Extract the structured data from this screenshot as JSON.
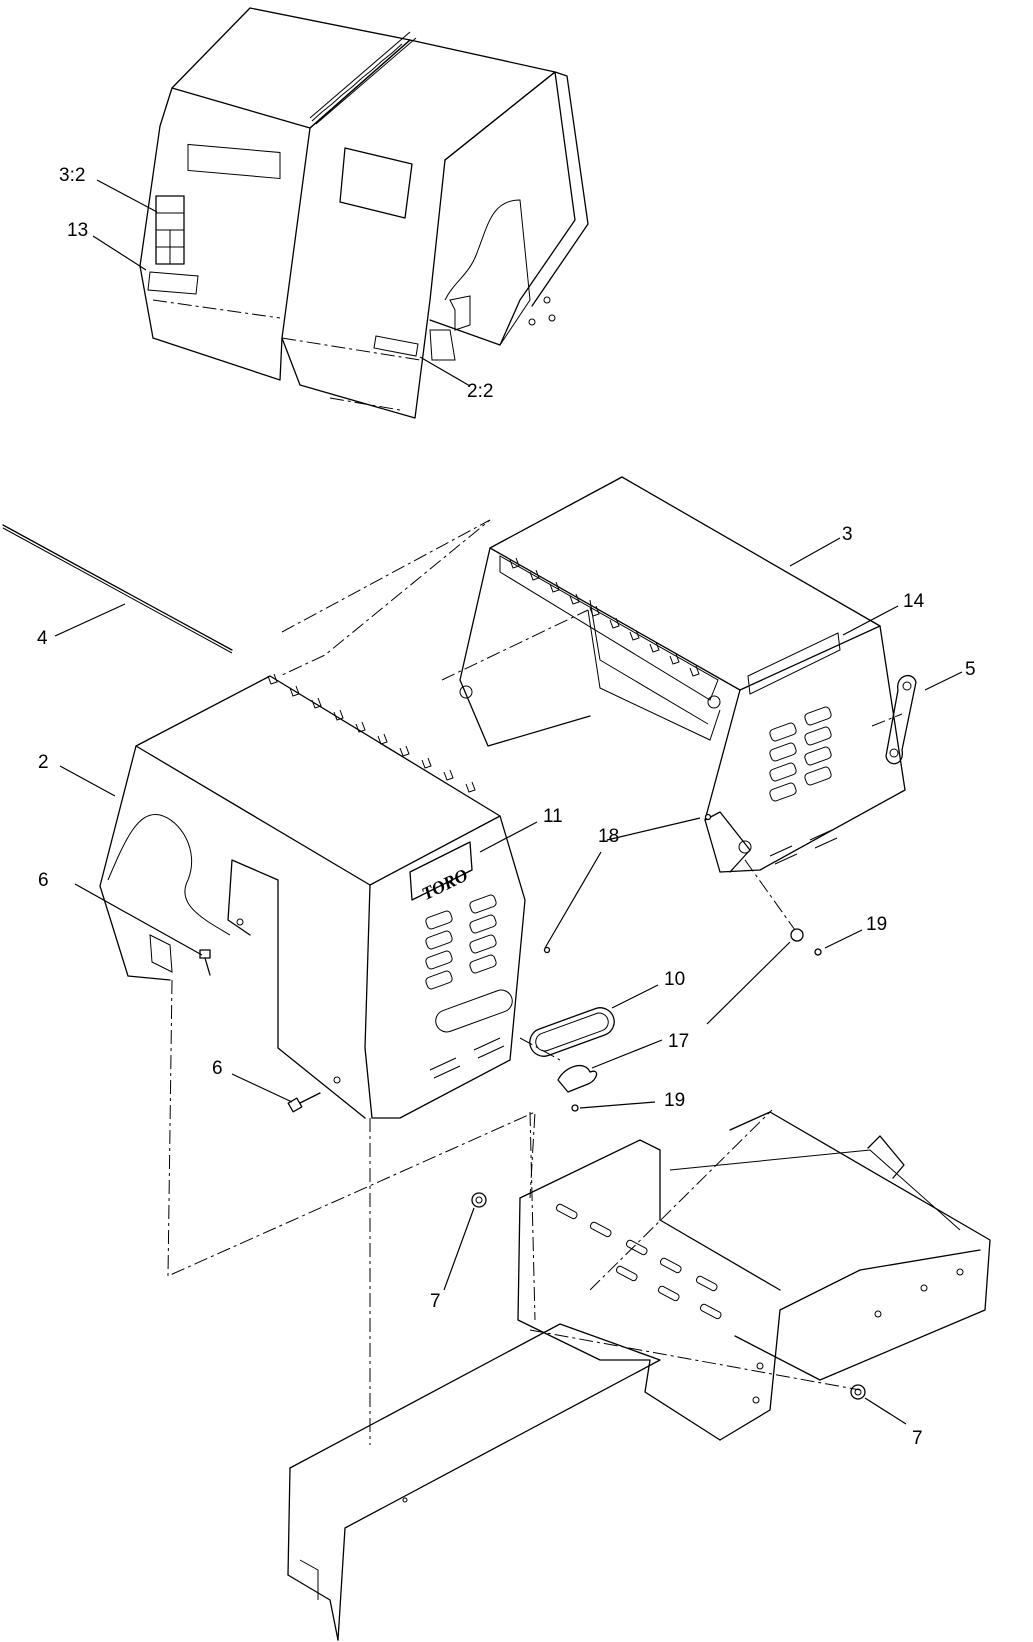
{
  "callouts": {
    "c_3_2": "3:2",
    "c_13": "13",
    "c_2_2": "2:2",
    "c_3": "3",
    "c_14": "14",
    "c_4": "4",
    "c_5": "5",
    "c_2": "2",
    "c_11": "11",
    "c_18": "18",
    "c_6_upper": "6",
    "c_19_upper": "19",
    "c_10": "10",
    "c_17": "17",
    "c_6_lower": "6",
    "c_19_lower": "19",
    "c_7_left": "7",
    "c_7_right": "7"
  },
  "logo_text": "TORO"
}
